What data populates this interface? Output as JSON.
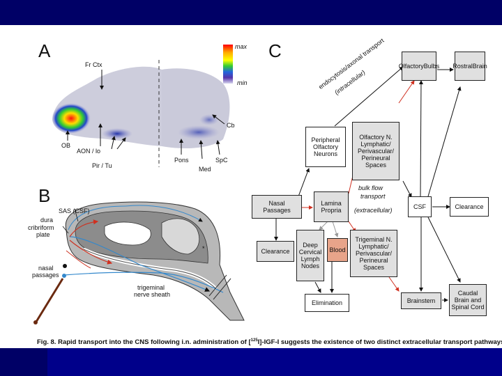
{
  "panel_a": {
    "letter": "A",
    "legend": {
      "max_label": "max",
      "min_label": "min"
    },
    "labels": {
      "fr_ctx": "Fr Ctx",
      "ob": "OB",
      "aon_lo": "AON / lo",
      "pir_tu": "Pir / Tu",
      "cb": "Cb",
      "pons": "Pons",
      "med": "Med",
      "spc": "SpC"
    }
  },
  "panel_b": {
    "letter": "B",
    "labels": {
      "sas_csf": "SAS  (CSF)",
      "dura": "dura",
      "cribriform_1": "cribriform",
      "cribriform_2": "plate",
      "nasal_1": "nasal",
      "nasal_2": "passages",
      "trig_1": "trigeminal",
      "trig_2": "nerve sheath",
      "star": "*"
    }
  },
  "panel_c": {
    "letter": "C",
    "nodes": {
      "olfactory_bulbs": [
        "Olfactory",
        "Bulbs"
      ],
      "rostral_brain": [
        "Rostral",
        "Brain"
      ],
      "peripheral_olfactory_neurons": [
        "Peripheral",
        "Olfactory",
        "Neurons"
      ],
      "olfactory_n_lymphatic": [
        "Olfactory N.",
        "Lymphatic/",
        "Perivascular/",
        "Perineural",
        "Spaces"
      ],
      "nasal_passages": [
        "Nasal",
        "Passages"
      ],
      "lamina_propria": [
        "Lamina",
        "Propria"
      ],
      "csf": [
        "CSF"
      ],
      "clearance_right": [
        "Clearance"
      ],
      "clearance_left": [
        "Clearance"
      ],
      "deep_cervical": [
        "Deep",
        "Cervical",
        "Lymph",
        "Nodes"
      ],
      "blood": [
        "Blood"
      ],
      "trigeminal_n_lymphatic": [
        "Trigeminal N.",
        "Lymphatic/",
        "Perivascular/",
        "Perineural",
        "Spaces"
      ],
      "brainstem": [
        "Brainstem"
      ],
      "caudal_brain": [
        "Caudal",
        "Brain and",
        "Spinal Cord"
      ],
      "elimination": [
        "Elimination"
      ]
    },
    "annotations": {
      "intracellular_1": "endocytosis/axonal transport",
      "intracellular_2": "(intracellular)",
      "bulk_1": "bulk flow",
      "bulk_2": "transport",
      "bulk_3": "(extracellular)"
    }
  },
  "caption": {
    "prefix": "Fig. 8.  Rapid transport into the CNS following i.n. administration of [",
    "sup": "125",
    "suffix": "I]-IGF-I suggests the existence of two distinct extracellular transport pathways"
  }
}
